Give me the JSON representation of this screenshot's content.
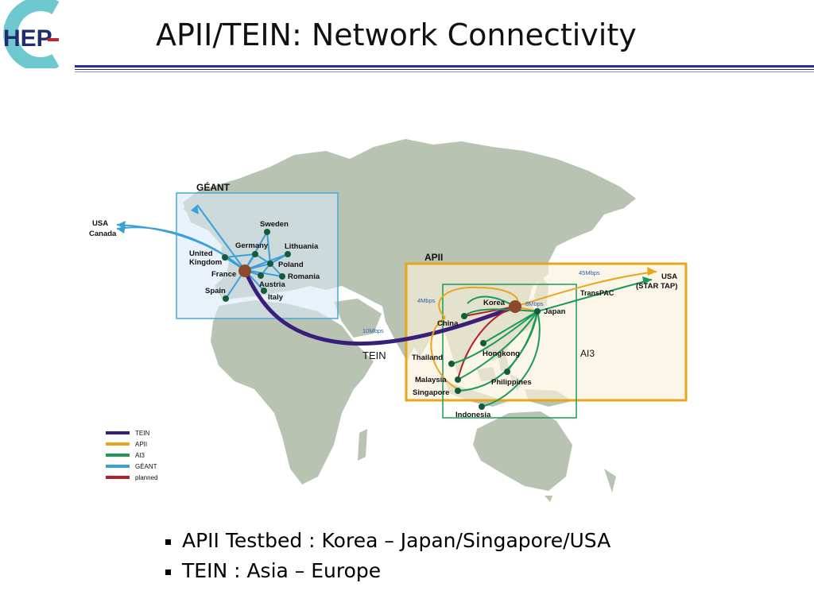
{
  "header": {
    "logo_text": "HEP",
    "title": "APII/TEIN: Network Connectivity"
  },
  "map": {
    "regions": {
      "geant": "GÉANT",
      "apii": "APII",
      "ai3": "AI3"
    },
    "destinations": {
      "usa_canada_1": "USA",
      "usa_canada_2": "Canada",
      "usa_startap_1": "USA",
      "usa_startap_2": "(STAR TAP)"
    },
    "links": {
      "tein": "TEIN",
      "transpac": "TransPAC",
      "tein_speed": "10Mbps",
      "apii_usa_speed": "45Mbps",
      "china_speed": "4Mbps",
      "japan_speed": "8Mbps"
    },
    "europe_nodes": [
      "Sweden",
      "Germany",
      "Lithuania",
      "United",
      "Kingdom",
      "Poland",
      "France",
      "Romania",
      "Austria",
      "Spain",
      "Italy"
    ],
    "asia_nodes": [
      "Korea",
      "Japan",
      "China",
      "Hongkong",
      "Thailand",
      "Malaysia",
      "Singapore",
      "Philippines",
      "Indonesia"
    ],
    "legend": [
      {
        "label": "TEIN",
        "color": "#3a1f7a"
      },
      {
        "label": "APII",
        "color": "#e8a61b"
      },
      {
        "label": "AI3",
        "color": "#1a9a5a"
      },
      {
        "label": "GÉANT",
        "color": "#3aa0d8"
      },
      {
        "label": "planned",
        "color": "#b3202a"
      }
    ]
  },
  "bullets": [
    "APII Testbed : Korea – Japan/Singapore/USA",
    "TEIN : Asia – Europe"
  ],
  "colors": {
    "land": "#b9c3b1",
    "title_rule": "#2b2f8f"
  }
}
